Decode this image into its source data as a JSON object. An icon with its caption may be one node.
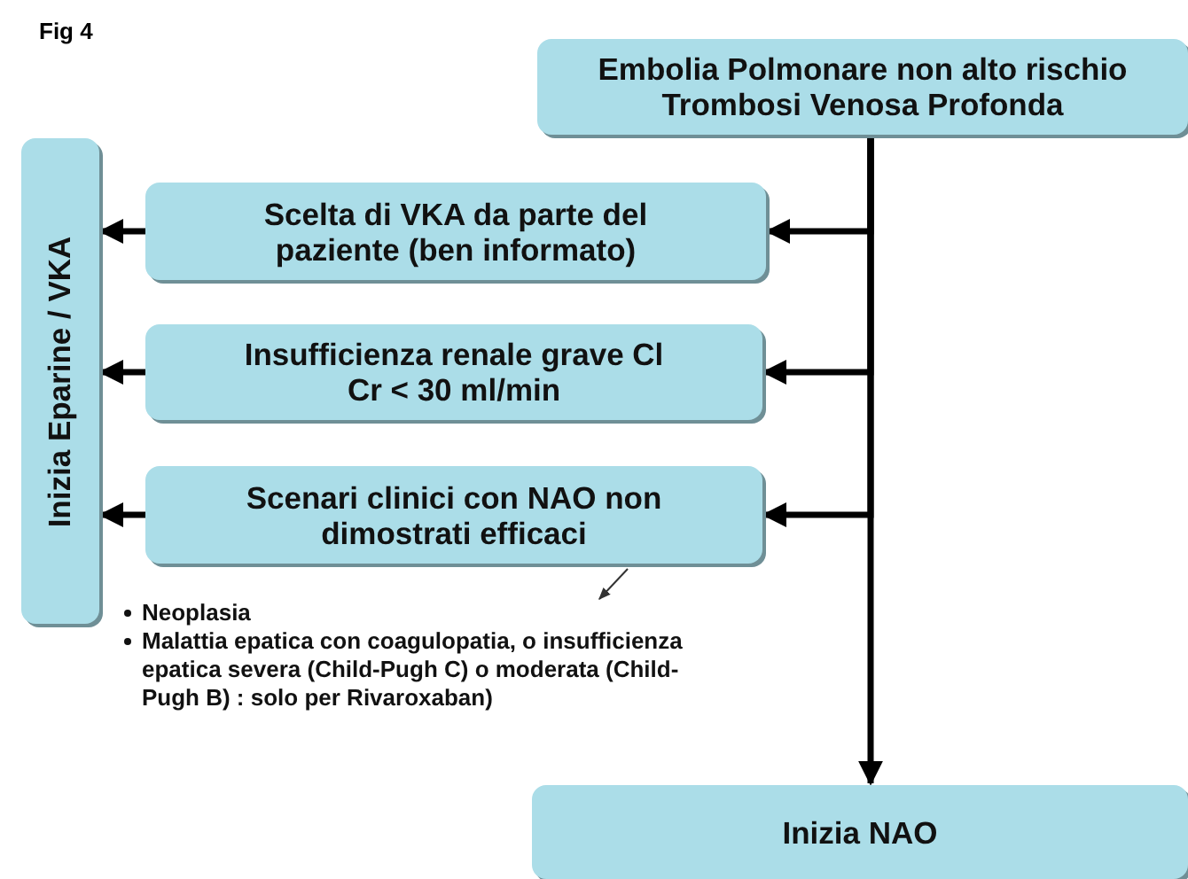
{
  "diagram": {
    "title": "Fig 4",
    "nodes": [
      {
        "text": [
          "Embolia Polmonare non alto rischio Trombosi Venosa Profonda"
        ]
      },
      {
        "text": [
          "Inizia Eparine / VKA"
        ]
      },
      {
        "text": [
          "Scelta di VKA da parte del paziente (ben informato)"
        ]
      },
      {
        "text": [
          "Insufficienza renale grave Cl Cr < 30 ml/min"
        ]
      },
      {
        "text": [
          "Scenari clinici con NAO non dimostrati efficaci"
        ]
      },
      {
        "text": [
          "Neoplasia",
          "Malattia epatica con coagulopatia, o insufficienza epatica severa (Child-Pugh C) o moderata (Child-Pugh B) : solo per Rivaroxaban)"
        ]
      },
      {
        "text": [
          "Inizia NAO"
        ]
      }
    ],
    "edges": [
      {
        "from": 0,
        "to": 6,
        "arrow": "to"
      },
      {
        "from": 0,
        "to": 2,
        "arrow": "to"
      },
      {
        "from": 0,
        "to": 3,
        "arrow": "to"
      },
      {
        "from": 0,
        "to": 4,
        "arrow": "to"
      },
      {
        "from": 2,
        "to": 1,
        "arrow": "to"
      },
      {
        "from": 3,
        "to": 1,
        "arrow": "to"
      },
      {
        "from": 4,
        "to": 1,
        "arrow": "to"
      },
      {
        "from": 4,
        "to": 5,
        "arrow": "to",
        "color": "#333333"
      }
    ]
  }
}
